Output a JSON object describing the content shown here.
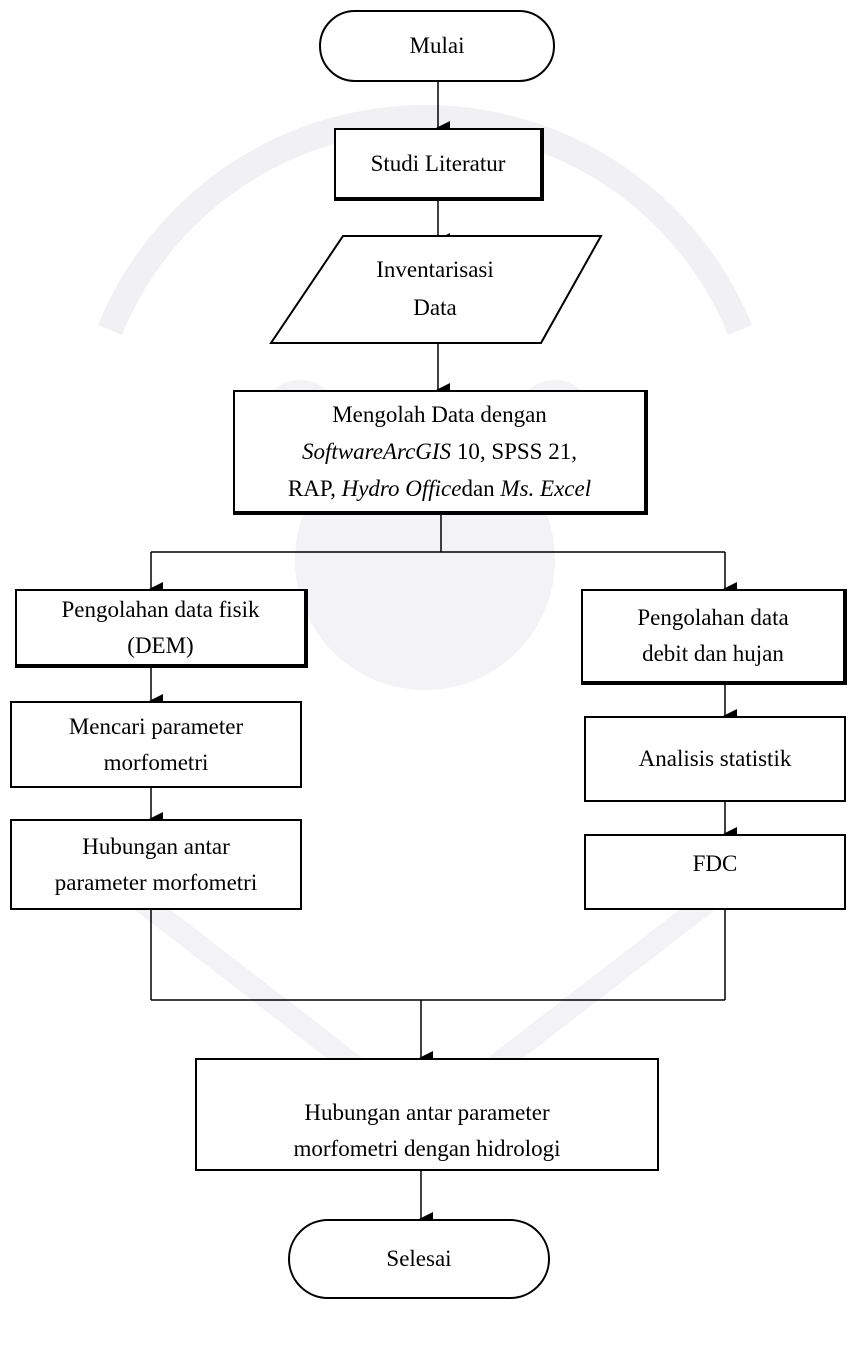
{
  "flow": {
    "start": "Mulai",
    "literature": "Studi Literatur",
    "inventory": {
      "line1": "Inventarisasi",
      "line2": "Data"
    },
    "processing": {
      "line1": "Mengolah Data dengan",
      "line2_software_italic": "SoftwareArcGIS",
      "line2_rest": " 10, SPSS 21,",
      "line3_rap": "RAP, ",
      "line3_hydro_italic": "Hydro Office",
      "line3_dan": "dan ",
      "line3_excel_italic": "Ms. Excel"
    },
    "left_branch": {
      "physical": {
        "line1": "Pengolahan data fisik",
        "line2": "(DEM)"
      },
      "parameters": {
        "line1": "Mencari parameter",
        "line2": "morfometri"
      },
      "relation": {
        "line1": "Hubungan antar",
        "line2": "parameter morfometri"
      }
    },
    "right_branch": {
      "discharge": {
        "line1": "Pengolahan data",
        "line2": "debit dan hujan"
      },
      "statistics": "Analisis statistik",
      "fdc": "FDC"
    },
    "final_relation": {
      "line1": "Hubungan antar parameter",
      "line2": "morfometri dengan hidrologi"
    },
    "end": "Selesai"
  }
}
